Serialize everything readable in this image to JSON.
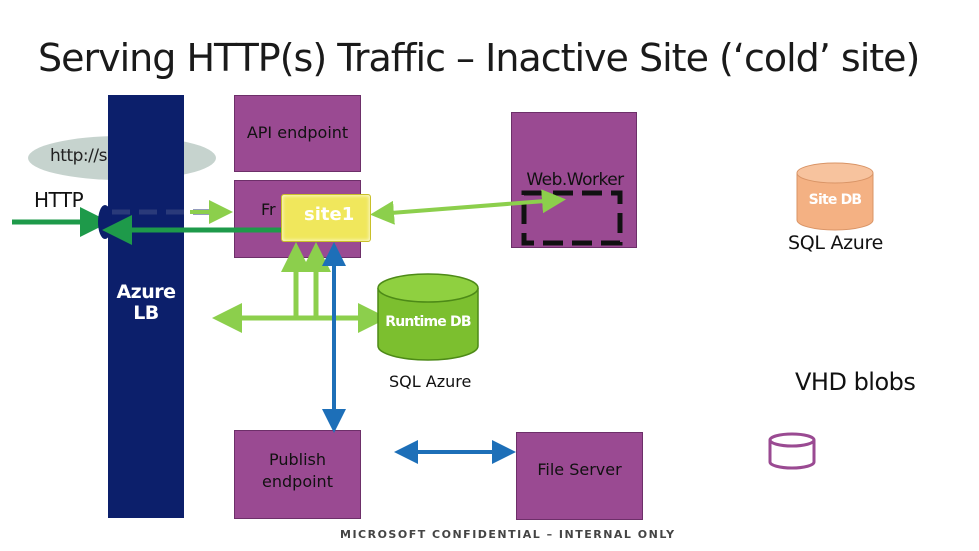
{
  "title": "Serving HTTP(s) Traffic – Inactive Site (‘cold’ site)",
  "bubble_url": "http://site1…./",
  "http_label": "HTTP",
  "lb_label_line1": "Azure",
  "lb_label_line2": "LB",
  "api_label": "API endpoint",
  "fe_label": "Fr",
  "site1_label": "site1",
  "worker_label": "Web.Worker",
  "site_db_label": "Site DB",
  "sql_azure_site": "SQL Azure",
  "runtime_db_label": "Runtime DB",
  "sql_azure_runtime": "SQL Azure",
  "vhd_label": "VHD blobs",
  "publish_line1": "Publish",
  "publish_line2": "endpoint",
  "fileserver_label": "File Server",
  "confidential": "MICROSOFT CONFIDENTIAL – INTERNAL ONLY",
  "colors": {
    "lb": "#0c1f6b",
    "box": "#9a4a92",
    "light_green": "#8ccf4c",
    "dark_green": "#1e9a4a",
    "blue_arrow": "#1d6fb8",
    "site_db": "#f4b183",
    "runtime_db": "#7cbf2f",
    "site1_highlight": "#f0e75c"
  }
}
